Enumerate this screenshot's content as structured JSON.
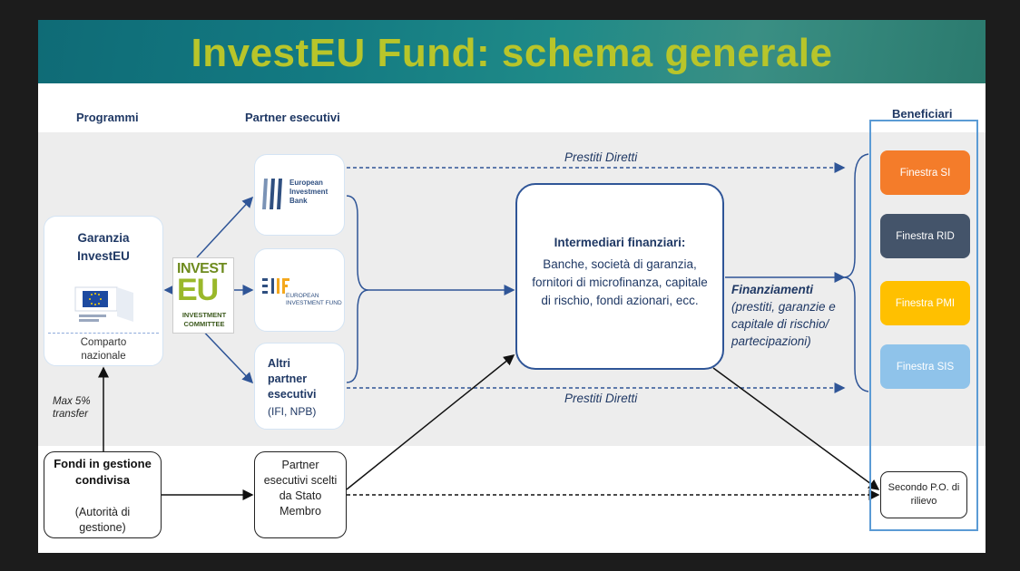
{
  "title": "InvestEU Fund: schema generale",
  "headers": {
    "programmi": "Programmi",
    "partner": "Partner esecutivi",
    "beneficiari": "Beneficiari"
  },
  "garanzia": {
    "line1": "Garanzia",
    "line2": "InvestEU",
    "comparto": "Comparto nazionale"
  },
  "investeu_logo": {
    "top": "INVEST",
    "mid": "EU",
    "bottom1": "INVESTMENT",
    "bottom2": "COMMITTEE"
  },
  "eib": {
    "text": "European Investment Bank"
  },
  "eif": {
    "text": "EUROPEAN INVESTMENT FUND"
  },
  "altri": {
    "main": "Altri partner esecutivi",
    "sub": "(IFI, NPB)"
  },
  "intermediari": {
    "heading": "Intermediari finanziari:",
    "body": "Banche, società di garanzia, fornitori di microfinanza, capitale di rischio, fondi azionari, ecc."
  },
  "finanziamenti": {
    "heading": "Finanziamenti",
    "body": "(prestiti, garanzie e capitale di rischio/ partecipazioni)"
  },
  "prestiti_top": "Prestiti Diretti",
  "prestiti_bottom": "Prestiti Diretti",
  "max_transfer": "Max 5% transfer",
  "fondi": {
    "bold": "Fondi in gestione condivisa",
    "sub": "(Autorità di gestione)"
  },
  "partner_stato": "Partner esecutivi scelti da Stato Membro",
  "secondo_po": "Secondo P.O. di rilievo",
  "finestre": [
    {
      "label": "Finestra SI",
      "color": "#f47c2a"
    },
    {
      "label": "Finestra RID",
      "color": "#44546a"
    },
    {
      "label": "Finestra PMI",
      "color": "#ffc000"
    },
    {
      "label": "Finestra SIS",
      "color": "#8fc3ea"
    }
  ],
  "colors": {
    "navy": "#1f3864",
    "title": "#b8c52a",
    "beneficiari_border": "#5b9bd5"
  }
}
